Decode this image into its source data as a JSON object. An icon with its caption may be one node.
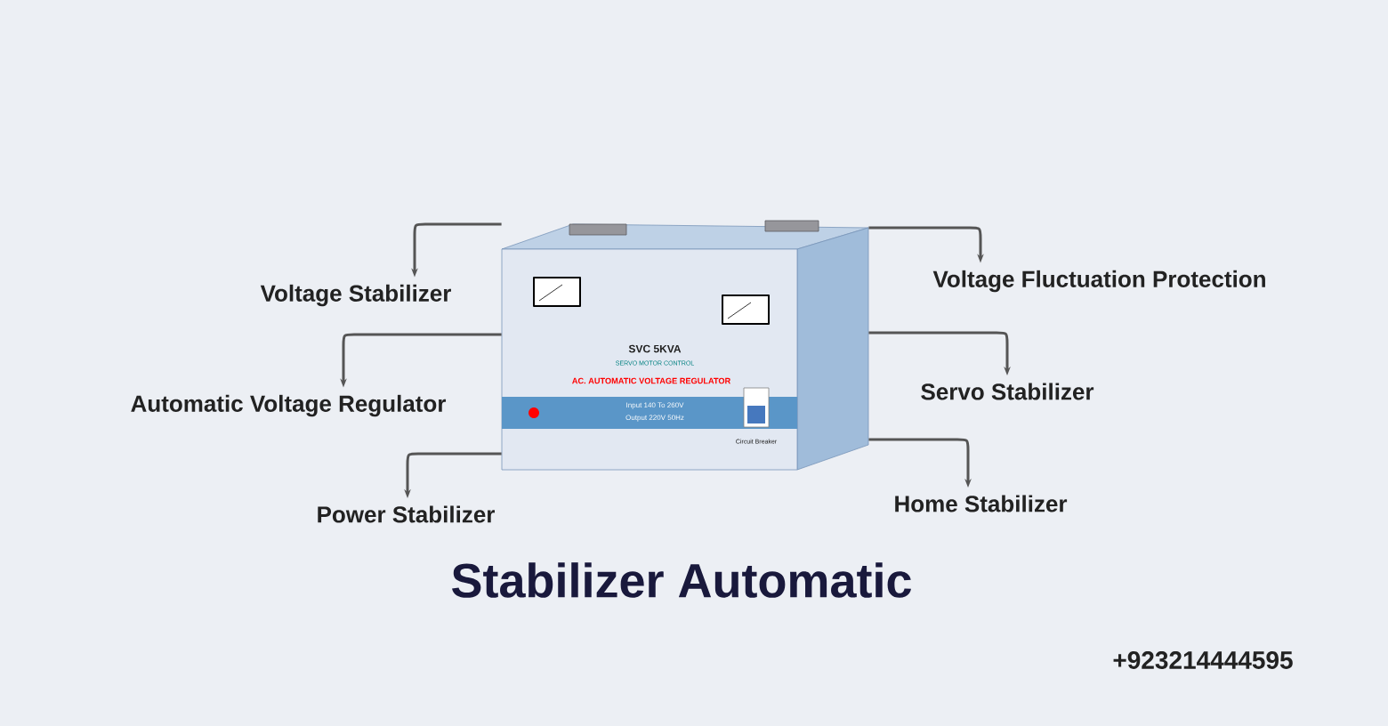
{
  "diagram": {
    "title": "Stabilizer Automatic",
    "nodes": [
      {
        "text": [
          "Voltage Stabilizer"
        ]
      },
      {
        "text": [
          "Automatic Voltage Regulator"
        ]
      },
      {
        "text": [
          "Power Stabilizer"
        ]
      },
      {
        "text": [
          "Voltage Fluctuation Protection"
        ]
      },
      {
        "text": [
          "Servo Stabilizer"
        ]
      },
      {
        "text": [
          "Home Stabilizer"
        ]
      },
      {
        "text": [],
        "shape": "picture"
      }
    ],
    "edges": [
      {
        "from": 6,
        "to": 0,
        "arrow": "to"
      },
      {
        "from": 6,
        "to": 1,
        "arrow": "to"
      },
      {
        "from": 6,
        "to": 2,
        "arrow": "to"
      },
      {
        "from": 6,
        "to": 3,
        "arrow": "to"
      },
      {
        "from": 6,
        "to": 4,
        "arrow": "to"
      },
      {
        "from": 6,
        "to": 5,
        "arrow": "to"
      }
    ],
    "labels": [
      "SVC 5KVA",
      "SERVO MOTOR CONTROL",
      "AC. AUTOMATIC VOLTAGE REGULATOR",
      "Input 140 To 260V",
      "Output 220V 50Hz",
      "Circuit Breaker",
      "+923214444595"
    ]
  }
}
